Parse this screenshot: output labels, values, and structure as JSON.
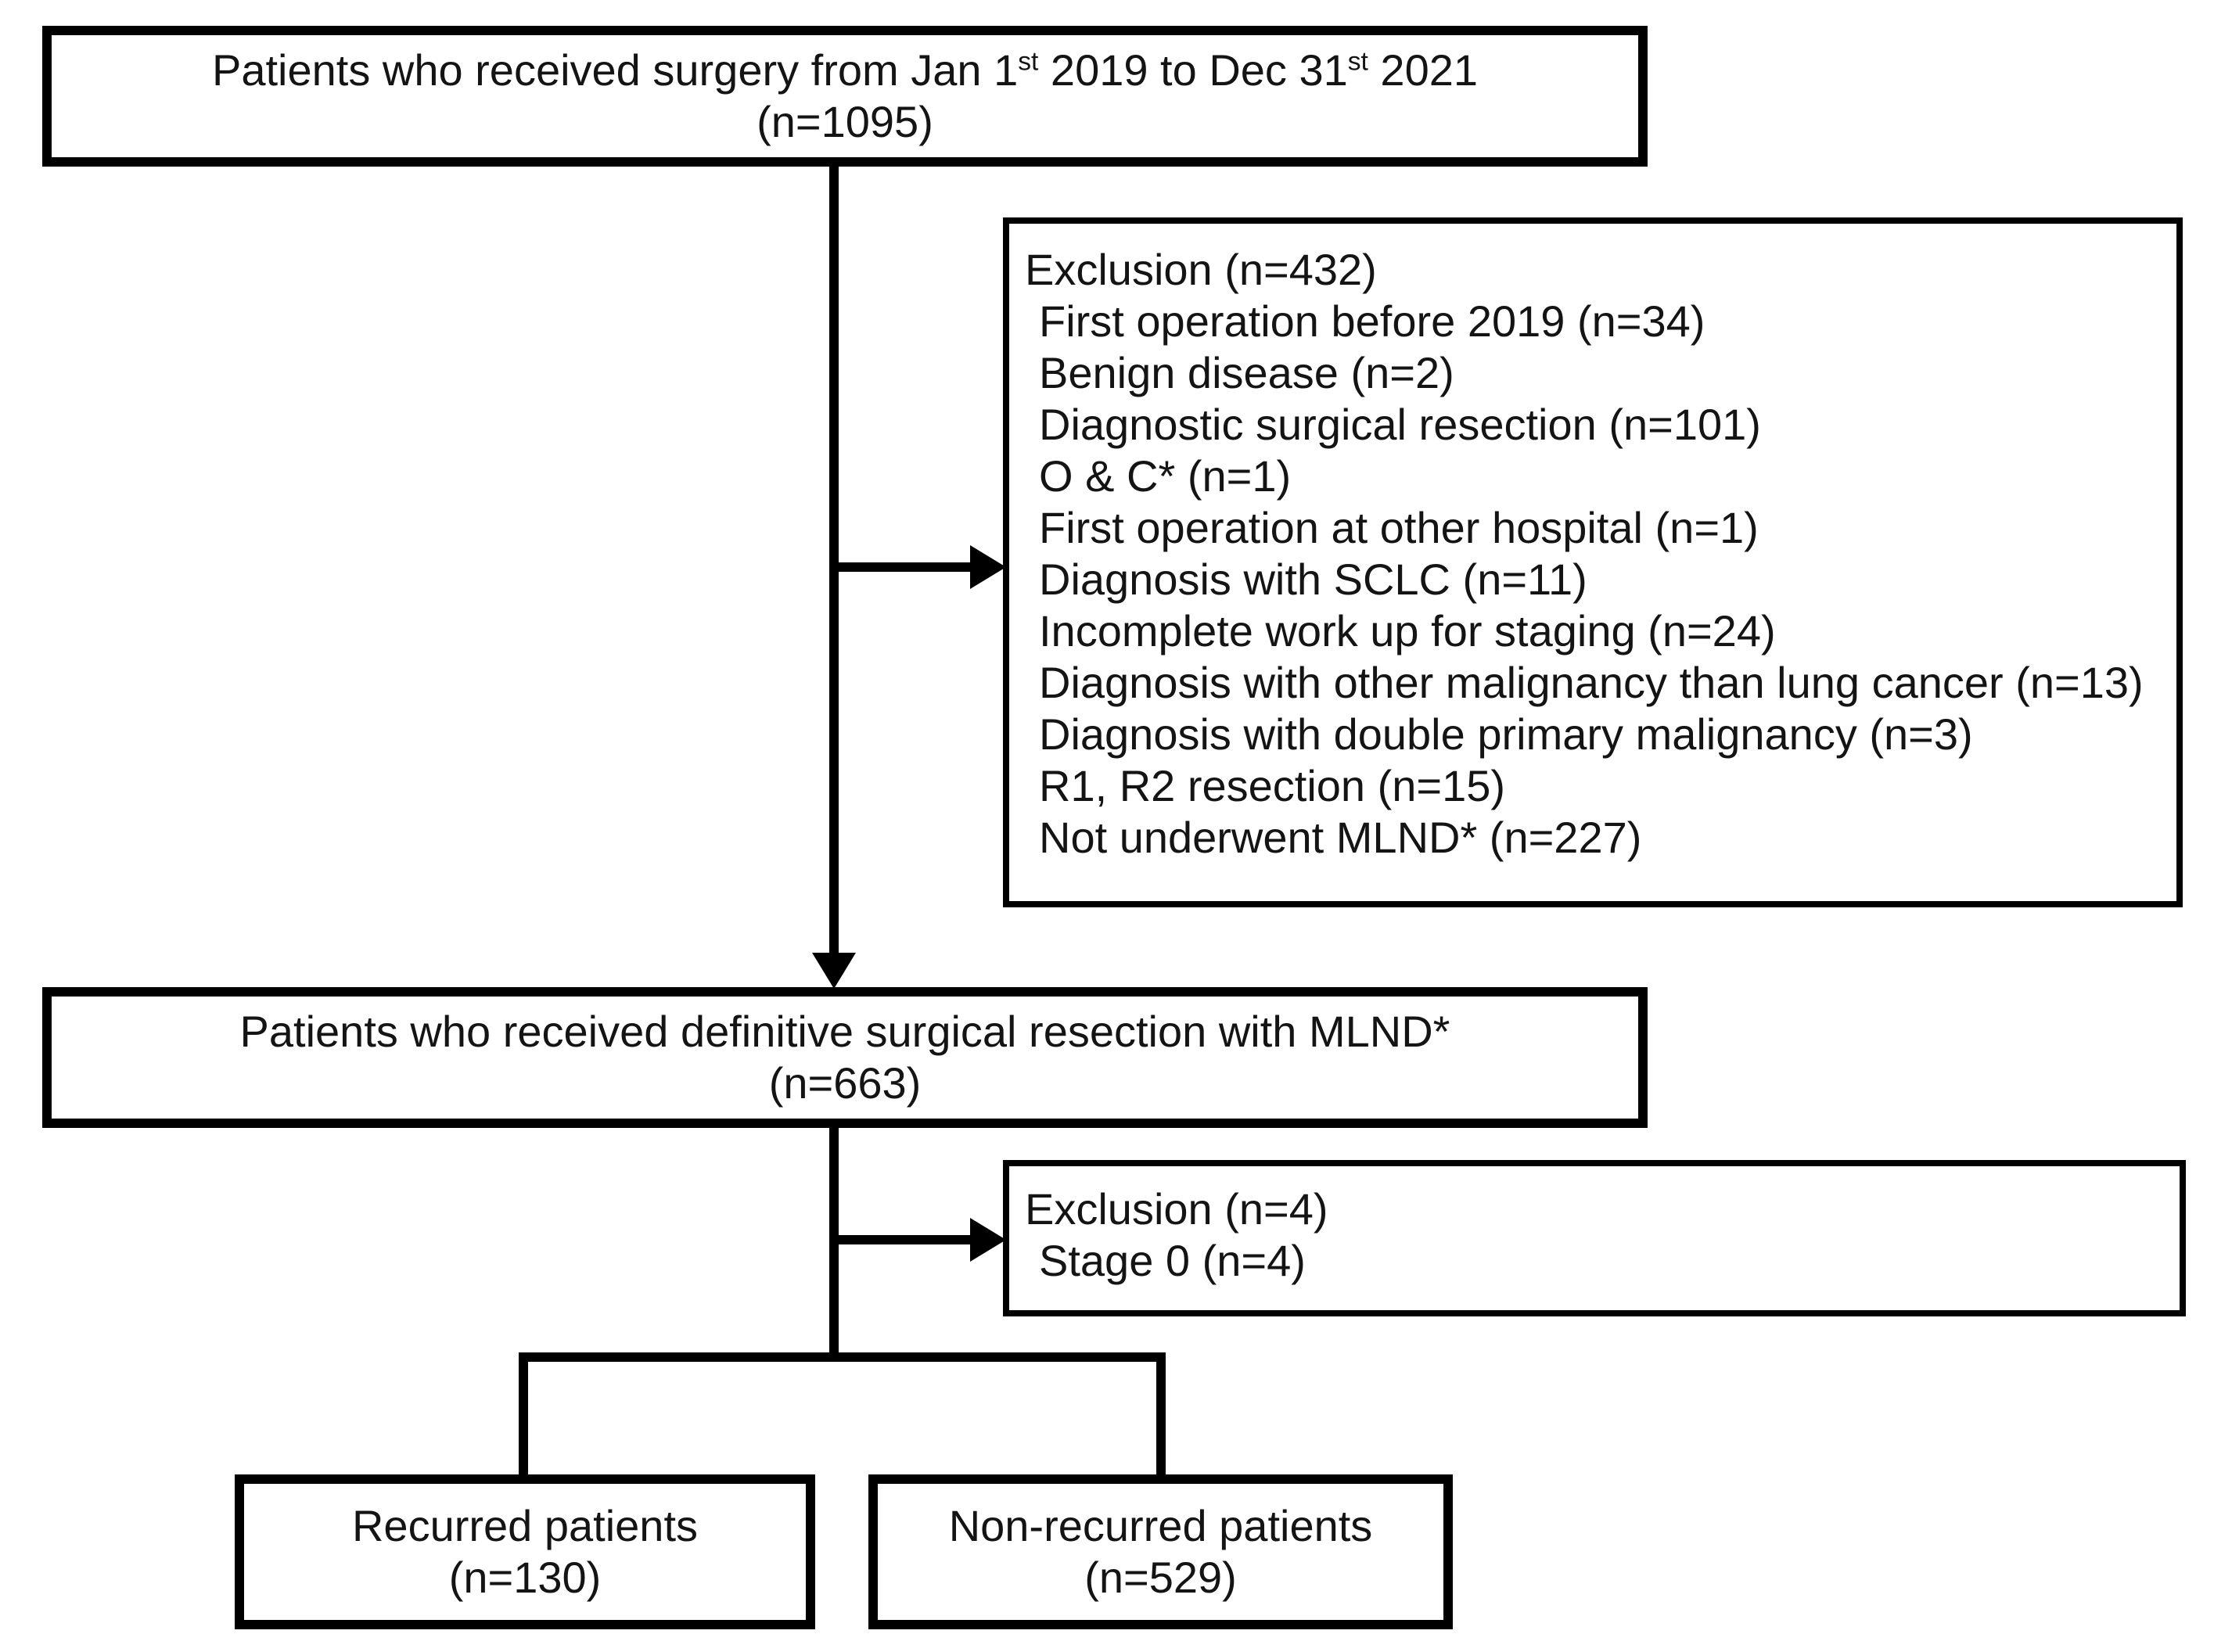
{
  "figure": {
    "type": "patient-flow-diagram",
    "colors": {
      "background": "#ffffff",
      "line": "#000000",
      "text": "#141414"
    }
  },
  "boxes": {
    "surgery": {
      "line1_parts": {
        "pre": "Patients who received surgery from Jan 1",
        "sup1": "st",
        "mid": " 2019 to Dec 31",
        "sup2": "st",
        "post": " 2021"
      },
      "line2": "(n=1095)"
    },
    "exclusion1": {
      "header": "Exclusion (n=432)",
      "items": [
        "First operation before 2019 (n=34)",
        "Benign disease (n=2)",
        "Diagnostic surgical resection (n=101)",
        "O & C* (n=1)",
        "First operation at other hospital (n=1)",
        "Diagnosis with SCLC (n=11)",
        "Incomplete work up for staging (n=24)",
        "Diagnosis with other malignancy than lung cancer (n=13)",
        "Diagnosis with double primary malignancy (n=3)",
        "R1, R2 resection (n=15)",
        "Not underwent MLND* (n=227)"
      ]
    },
    "definitive": {
      "line1": "Patients who received definitive surgical resection with MLND*",
      "line2": "(n=663)"
    },
    "exclusion2": {
      "header": "Exclusion (n=4)",
      "items": [
        "Stage 0 (n=4)"
      ]
    },
    "recurred": {
      "line1": "Recurred patients",
      "line2": "(n=130)"
    },
    "non_recurred": {
      "line1": "Non-recurred patients",
      "line2": "(n=529)"
    }
  }
}
